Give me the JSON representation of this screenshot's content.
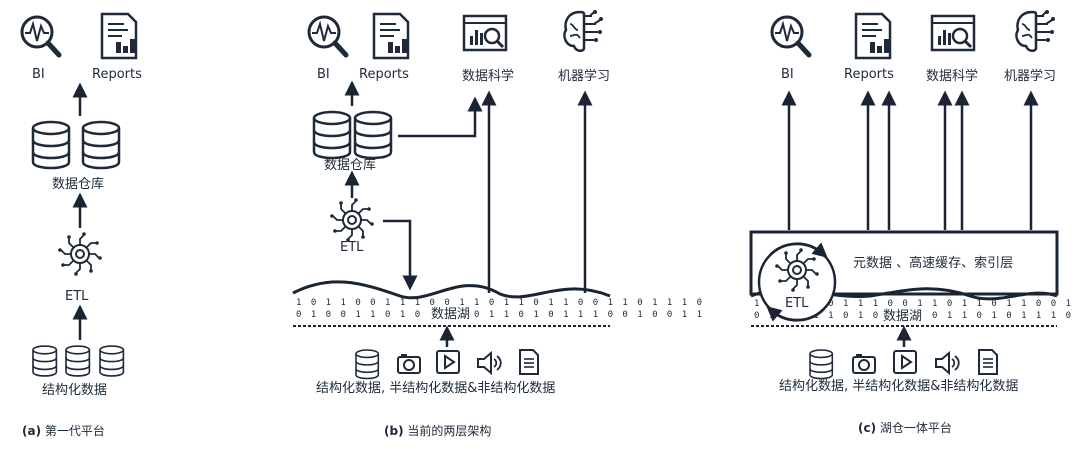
{
  "panel_a": {
    "bi": "BI",
    "reports": "Reports",
    "warehouse": "数据仓库",
    "etl": "ETL",
    "source": "结构化数据",
    "caption_tag": "(a)",
    "caption_text": "第一代平台"
  },
  "panel_b": {
    "bi": "BI",
    "reports": "Reports",
    "data_science": "数据科学",
    "ml": "机器学习",
    "warehouse": "数据仓库",
    "etl": "ETL",
    "lake": "数据湖",
    "source": "结构化数据, 半结构化数据&非结构化数据",
    "caption_tag": "(b)",
    "caption_text": "当前的两层架构"
  },
  "panel_c": {
    "bi": "BI",
    "reports": "Reports",
    "data_science": "数据科学",
    "ml": "机器学习",
    "meta_layer": "元数据 、高速缓存、索引层",
    "etl": "ETL",
    "lake": "数据湖",
    "source": "结构化数据, 半结构化数据&非结构化数据",
    "caption_tag": "(c)",
    "caption_text": "湖仓一体平台"
  },
  "icons": [
    "bi-analytics-icon",
    "report-document-icon",
    "data-science-icon",
    "machine-learning-brain-icon",
    "database-icon",
    "etl-gear-icon",
    "camera-icon",
    "video-play-icon",
    "speaker-icon",
    "text-document-icon"
  ],
  "colors": {
    "ink": "#1e2a3a",
    "line": "#1a2433"
  }
}
